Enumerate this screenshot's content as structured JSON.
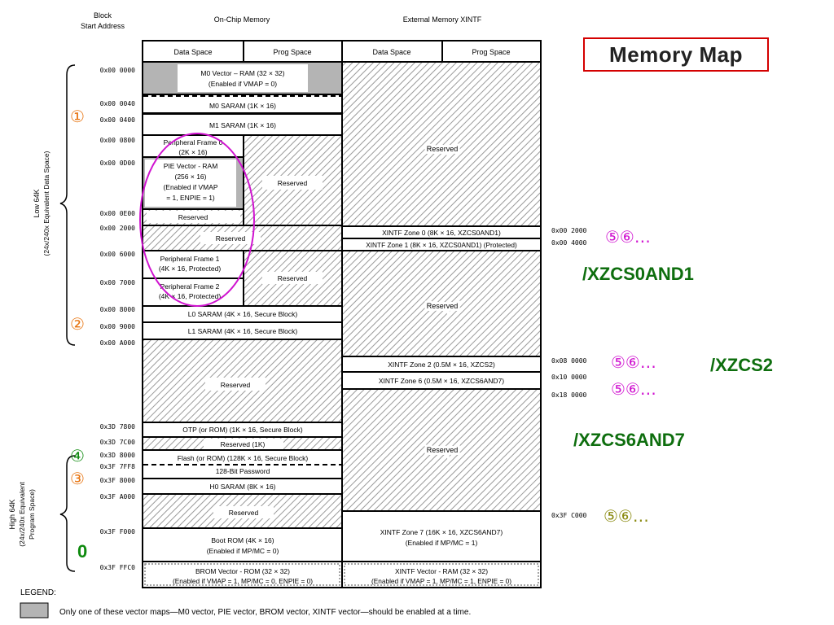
{
  "title": "Memory Map",
  "headers": {
    "block_start": "Block Start Address",
    "on_chip": "On-Chip Memory",
    "external": "External Memory XINTF",
    "data_space": "Data Space",
    "prog_space": "Prog Space",
    "data_space_ext": "Data Space",
    "prog_space_ext": "Prog Space"
  },
  "addresses_left": [
    "0x00 0000",
    "0x00 0040",
    "0x00 0400",
    "0x00 0800",
    "0x00 0D00",
    "0x00 0E00",
    "0x00 2000",
    "0x00 6000",
    "0x00 7000",
    "0x00 8000",
    "0x00 9000",
    "0x00 A000",
    "0x3D 7800",
    "0x3D 7C00",
    "0x3D 8000",
    "0x3F 7FF8",
    "0x3F 8000",
    "0x3F A000",
    "0x3F F000",
    "0x3F FFC0"
  ],
  "addresses_right": [
    "0x00 2000",
    "0x00 4000",
    "0x08 0000",
    "0x10 0000",
    "0x18 0000",
    "0x3F C000"
  ],
  "on_chip_blocks": {
    "m0_vector": "M0 Vector – RAM (32 × 32)",
    "m0_vector_note": "(Enabled if VMAP = 0)",
    "m0_saram": "M0 SARAM (1K × 16)",
    "m1_saram": "M1 SARAM (1K × 16)",
    "pf0_a": "Peripheral Frame 0",
    "pf0_b": "(2K × 16)",
    "pie_a": "PIE Vector - RAM",
    "pie_b": "(256 × 16)",
    "pie_c": "(Enabled if VMAP",
    "pie_d": "= 1, ENPIE = 1)",
    "reserved": "Reserved",
    "pf1_a": "Peripheral Frame 1",
    "pf1_b": "(4K × 16, Protected)",
    "pf2_a": "Peripheral Frame 2",
    "pf2_b": "(4K × 16, Protected)",
    "l0_saram": "L0 SARAM (4K × 16, Secure Block)",
    "l1_saram": "L1 SARAM (4K × 16, Secure Block)",
    "otp": "OTP (or ROM) (1K × 16, Secure Block)",
    "reserved_1k": "Reserved (1K)",
    "flash": "Flash (or ROM) (128K × 16, Secure Block)",
    "password": "128-Bit Password",
    "h0_saram": "H0 SARAM (8K × 16)",
    "boot_rom": "Boot ROM (4K × 16)",
    "boot_rom_note": "(Enabled if MP/MC = 0)",
    "brom_vector": "BROM Vector - ROM (32 × 32)",
    "brom_vector_note": "(Enabled if VMAP = 1, MP/MC = 0, ENPIE = 0)"
  },
  "external_blocks": {
    "reserved": "Reserved",
    "zone0": "XINTF Zone 0 (8K × 16, XZCS0AND1)",
    "zone1": "XINTF Zone 1 (8K × 16, XZCS0AND1) (Protected)",
    "zone2": "XINTF Zone 2 (0.5M × 16, XZCS2)",
    "zone6": "XINTF Zone 6 (0.5M × 16, XZCS6AND7)",
    "zone7": "XINTF Zone 7 (16K × 16, XZCS6AND7)",
    "zone7_note": "(Enabled if MP/MC = 1)",
    "xintf_vector": "XINTF Vector - RAM (32 × 32)",
    "xintf_vector_note": "(Enabled if VMAP = 1, MP/MC = 1, ENPIE = 0)"
  },
  "side_labels": {
    "low": "Low 64K",
    "low_sub": "(24x/240x Equivalent Data Space)",
    "high": "High 64K",
    "high_sub1": "(24x/240x Equivalent",
    "high_sub2": "Program Space)"
  },
  "annotations": {
    "n1": "①",
    "n2": "②",
    "n3": "③",
    "n4": "④",
    "zero": "0",
    "ref56": "⑤⑥…",
    "xzcs0and1": "/XZCS0AND1",
    "xzcs2": "/XZCS2",
    "xzcs6and7": "/XZCS6AND7"
  },
  "legend": {
    "title": "LEGEND:",
    "text": "Only one of these vector maps—M0 vector, PIE vector, BROM vector, XINTF vector—should be enabled at a time."
  },
  "colors": {
    "title_border": "#d40000",
    "orange": "#e87511",
    "green_label": "#0e6e0e",
    "olive": "#8a8a10",
    "magenta": "#d014d0",
    "vector_gray": "#b4b4b4"
  }
}
